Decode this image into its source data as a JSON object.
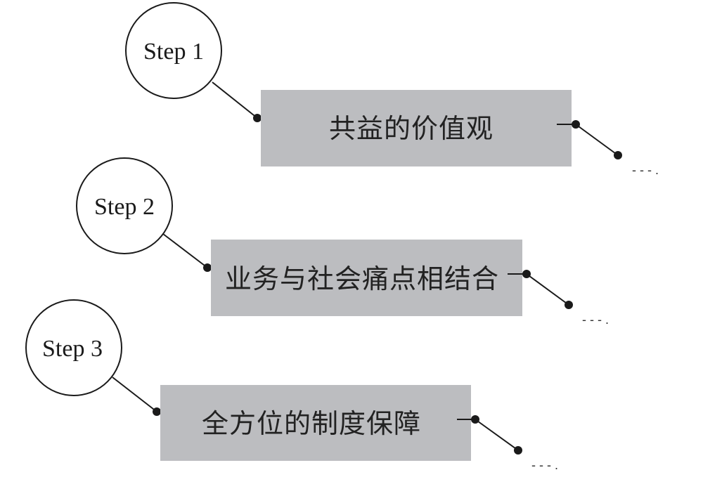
{
  "colors": {
    "box_fill": "#bcbdc0",
    "stroke": "#1a1a1a",
    "background": "#ffffff"
  },
  "steps": [
    {
      "label": "Step 1",
      "text": "共益的价值观",
      "continuation": "- - - ."
    },
    {
      "label": "Step 2",
      "text": "业务与社会痛点相结合",
      "continuation": "- - - ."
    },
    {
      "label": "Step 3",
      "text": "全方位的制度保障",
      "continuation": "- - - ."
    }
  ]
}
